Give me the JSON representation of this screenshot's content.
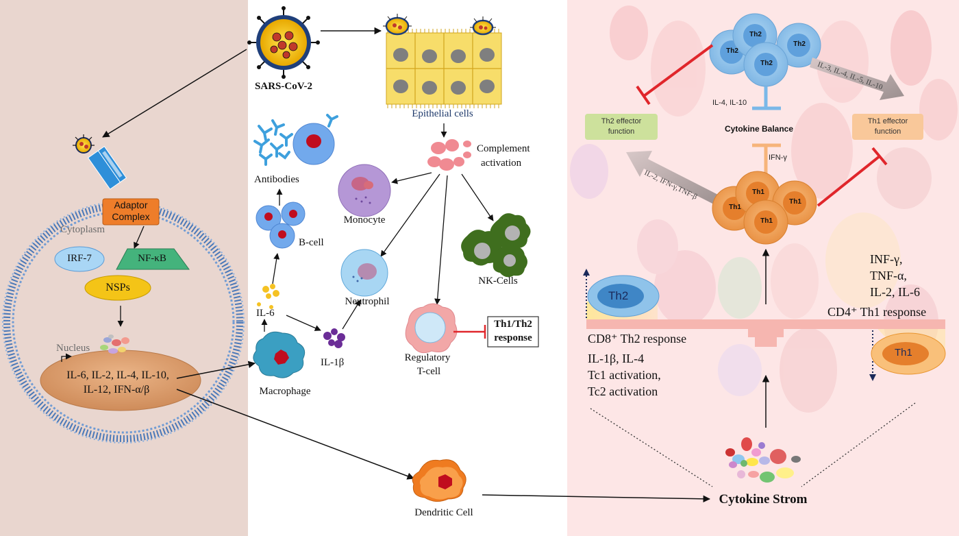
{
  "left_panel": {
    "virus_label": "SARS-CoV-2",
    "adaptor_complex": "Adaptor\nComplex",
    "cytoplasm": "Cytoplasm",
    "irf7": "IRF-7",
    "nfkb": "NF-κB",
    "nsps": "NSPs",
    "nucleus": "Nucleus",
    "nucleus_cytokines_line1": "IL-6, IL-2, IL-4, IL-10,",
    "nucleus_cytokines_line2": "IL-12, IFN-α/β"
  },
  "middle_panel": {
    "epithelial_cells": "Epithelial cells",
    "complement_line1": "Complement",
    "complement_line2": "activation",
    "antibodies": "Antibodies",
    "b_cell": "B-cell",
    "monocyte": "Monocyte",
    "nk_cells": "NK-Cells",
    "neutrophil": "Neutrophil",
    "il6": "IL-6",
    "il1b": "IL-1β",
    "macrophage": "Macrophage",
    "regulatory_line1": "Regulatory",
    "regulatory_line2": "T-cell",
    "th_response_line1": "Th1/Th2",
    "th_response_line2": "response",
    "dendritic_cell": "Dendritic Cell"
  },
  "right_panel": {
    "th2_cell": "Th2",
    "th1_cell": "Th1",
    "th1_arrow_cytokines": "IL-3, IL-4, IL-5, IL-10",
    "th2_arrow_cytokines": "IL-2, IFN-γ,TNF-β",
    "il4_il10": "IL-4, IL-10",
    "ifn_g": "IFN-γ",
    "cytokine_balance": "Cytokine Balance",
    "th2_effector_line1": "Th2 effector",
    "th2_effector_line2": "function",
    "th1_effector_line1": "Th1 effector",
    "th1_effector_line2": "function",
    "right_cytokines_line1": "INF-γ,",
    "right_cytokines_line2": "TNF-α,",
    "right_cytokines_line3": "IL-2, IL-6",
    "cd4_response": "CD4⁺ Th1 response",
    "cd8_response": "CD8⁺ Th2 response",
    "left_cytokines_line1": "IL-1β, IL-4",
    "left_cytokines_line2": "Tc1 activation,",
    "left_cytokines_line3": "Tc2 activation",
    "cytokine_storm": "Cytokine Strom"
  },
  "colors": {
    "left_bg": "#e9d6cf",
    "right_bg": "#fde6e6",
    "inhibition": "#e0262b",
    "th2_blue": "#8fc3ea",
    "th1_orange": "#f0a55a",
    "th2_effector_bg": "#cde19c",
    "th1_effector_bg": "#f9c89a",
    "balance_bar": "#f6b6b0"
  }
}
